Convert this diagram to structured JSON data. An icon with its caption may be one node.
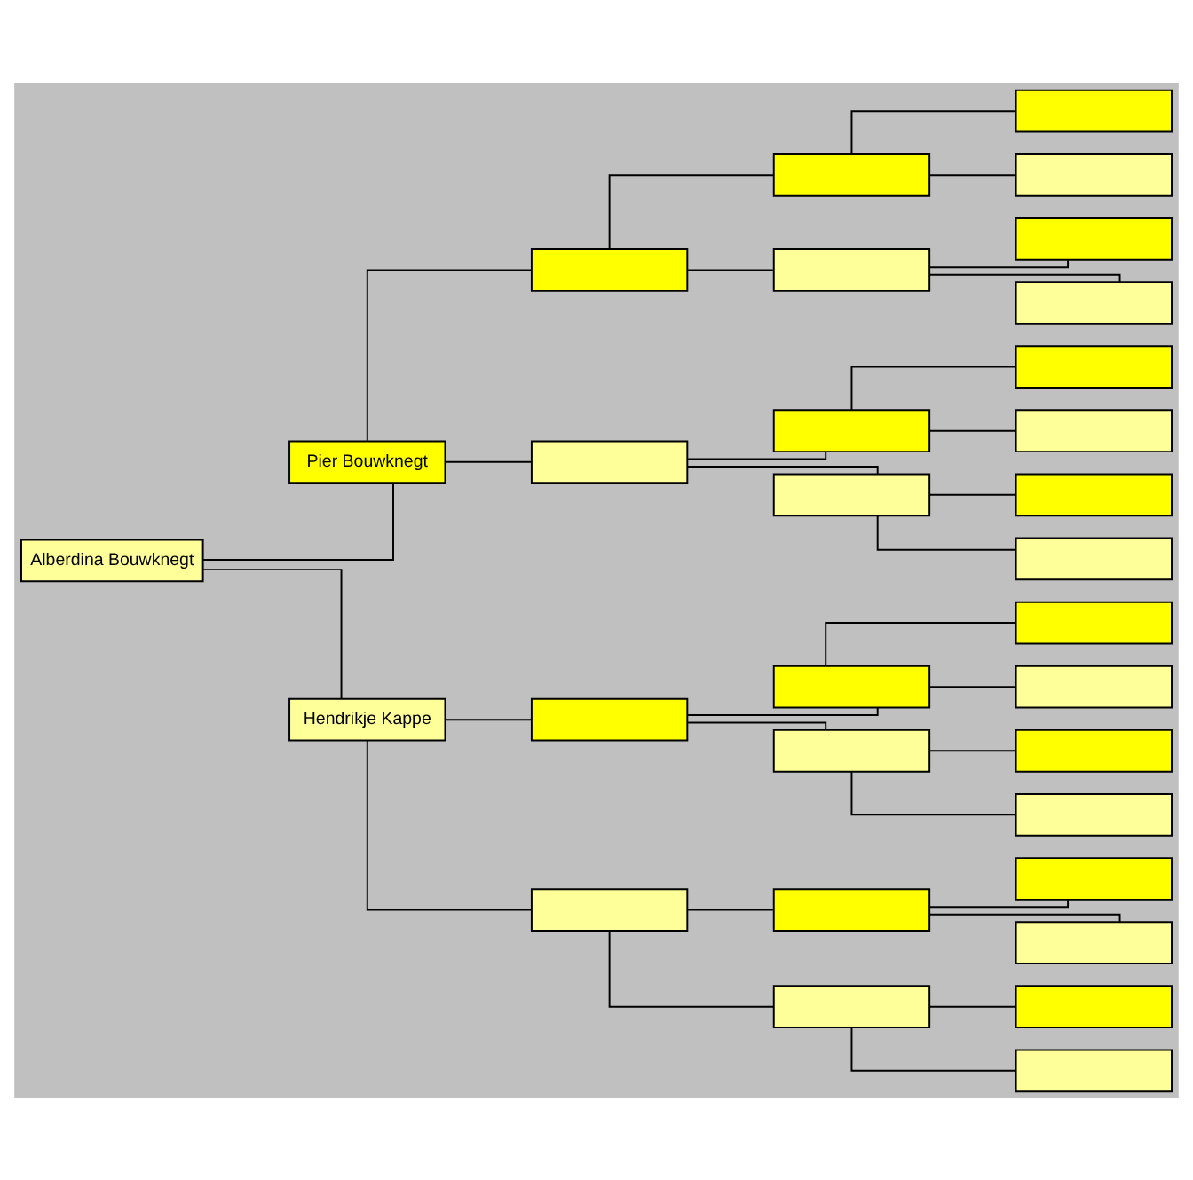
{
  "diagram": {
    "nodes": [
      {
        "text": [
          "Alberdina Bouwknegt"
        ]
      },
      {
        "text": [
          "Pier Bouwknegt"
        ]
      },
      {
        "text": [
          "Hendrikje Kappe"
        ]
      },
      {
        "text": [],
        "shape": "box"
      },
      {
        "text": [],
        "shape": "box"
      },
      {
        "text": [],
        "shape": "box"
      },
      {
        "text": [],
        "shape": "box"
      },
      {
        "text": [],
        "shape": "box"
      },
      {
        "text": [],
        "shape": "box"
      },
      {
        "text": [],
        "shape": "box"
      },
      {
        "text": [],
        "shape": "box"
      },
      {
        "text": [],
        "shape": "box"
      },
      {
        "text": [],
        "shape": "box"
      },
      {
        "text": [],
        "shape": "box"
      },
      {
        "text": [],
        "shape": "box"
      },
      {
        "text": [],
        "shape": "box"
      },
      {
        "text": [],
        "shape": "box"
      },
      {
        "text": [],
        "shape": "box"
      },
      {
        "text": [],
        "shape": "box"
      },
      {
        "text": [],
        "shape": "box"
      },
      {
        "text": [],
        "shape": "box"
      },
      {
        "text": [],
        "shape": "box"
      },
      {
        "text": [],
        "shape": "box"
      },
      {
        "text": [],
        "shape": "box"
      },
      {
        "text": [],
        "shape": "box"
      },
      {
        "text": [],
        "shape": "box"
      },
      {
        "text": [],
        "shape": "box"
      },
      {
        "text": [],
        "shape": "box"
      },
      {
        "text": [],
        "shape": "box"
      },
      {
        "text": [],
        "shape": "box"
      },
      {
        "text": [],
        "shape": "box"
      }
    ],
    "edges": [
      {
        "from": 0,
        "to": 1,
        "arrow": "none"
      },
      {
        "from": 0,
        "to": 2,
        "arrow": "none"
      },
      {
        "from": 1,
        "to": 3,
        "arrow": "none"
      },
      {
        "from": 1,
        "to": 4,
        "arrow": "none"
      },
      {
        "from": 2,
        "to": 5,
        "arrow": "none"
      },
      {
        "from": 2,
        "to": 6,
        "arrow": "none"
      },
      {
        "from": 3,
        "to": 7,
        "arrow": "none"
      },
      {
        "from": 3,
        "to": 8,
        "arrow": "none"
      },
      {
        "from": 4,
        "to": 9,
        "arrow": "none"
      },
      {
        "from": 4,
        "to": 10,
        "arrow": "none"
      },
      {
        "from": 5,
        "to": 11,
        "arrow": "none"
      },
      {
        "from": 5,
        "to": 12,
        "arrow": "none"
      },
      {
        "from": 6,
        "to": 13,
        "arrow": "none"
      },
      {
        "from": 6,
        "to": 14,
        "arrow": "none"
      },
      {
        "from": 7,
        "to": 15,
        "arrow": "none"
      },
      {
        "from": 7,
        "to": 16,
        "arrow": "none"
      },
      {
        "from": 8,
        "to": 17,
        "arrow": "none"
      },
      {
        "from": 8,
        "to": 18,
        "arrow": "none"
      },
      {
        "from": 9,
        "to": 19,
        "arrow": "none"
      },
      {
        "from": 9,
        "to": 20,
        "arrow": "none"
      },
      {
        "from": 10,
        "to": 21,
        "arrow": "none"
      },
      {
        "from": 10,
        "to": 22,
        "arrow": "none"
      },
      {
        "from": 11,
        "to": 23,
        "arrow": "none"
      },
      {
        "from": 11,
        "to": 24,
        "arrow": "none"
      },
      {
        "from": 12,
        "to": 25,
        "arrow": "none"
      },
      {
        "from": 12,
        "to": 26,
        "arrow": "none"
      },
      {
        "from": 13,
        "to": 27,
        "arrow": "none"
      },
      {
        "from": 13,
        "to": 28,
        "arrow": "none"
      },
      {
        "from": 14,
        "to": 29,
        "arrow": "none"
      },
      {
        "from": 14,
        "to": 30,
        "arrow": "none"
      }
    ]
  }
}
